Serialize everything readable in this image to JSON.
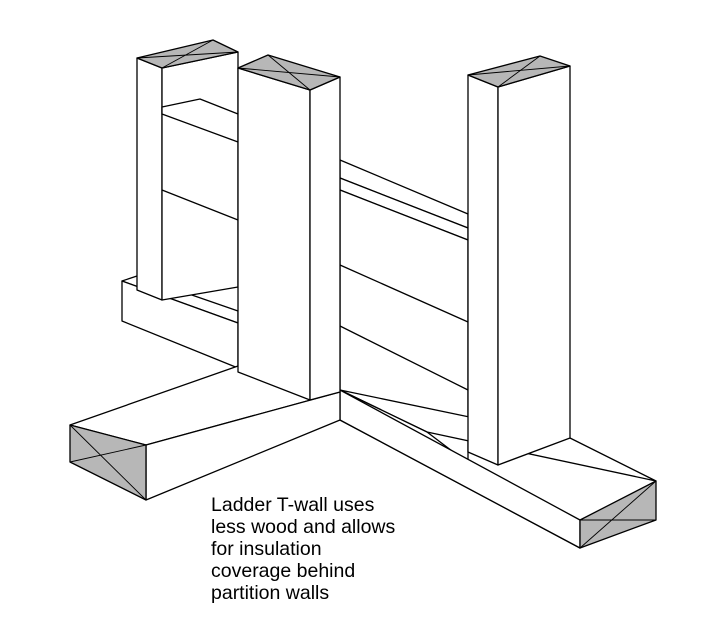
{
  "caption_lines": [
    "Ladder T-wall uses",
    "less wood and allows",
    "for insulation",
    "coverage behind",
    "partition walls"
  ],
  "colors": {
    "line": "#000000",
    "face": "#ffffff",
    "cut_end": "#b7b7b7"
  }
}
